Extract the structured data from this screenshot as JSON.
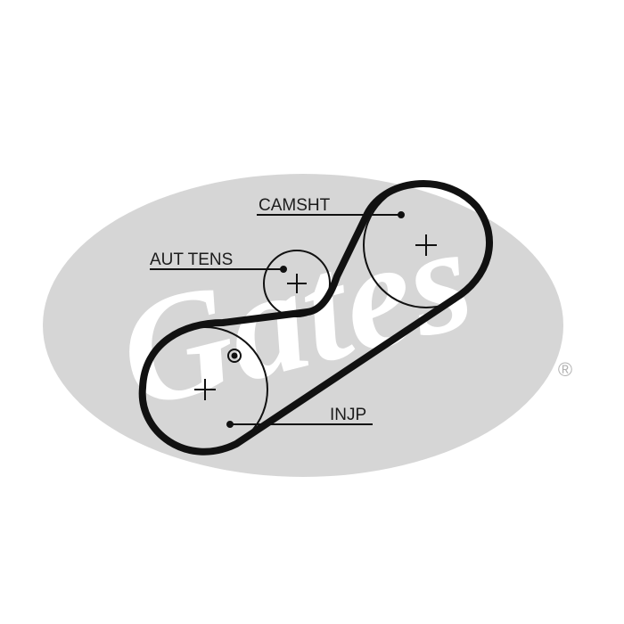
{
  "logo": {
    "brand_text": "Gates",
    "registered_mark": "®",
    "oval_color": "#d6d6d6",
    "text_color": "#ffffff"
  },
  "belt_color": "#111111",
  "labels": {
    "camshaft": "CAMSHT",
    "auto_tensioner": "AUT TENS",
    "injection_pump": "INJP"
  }
}
